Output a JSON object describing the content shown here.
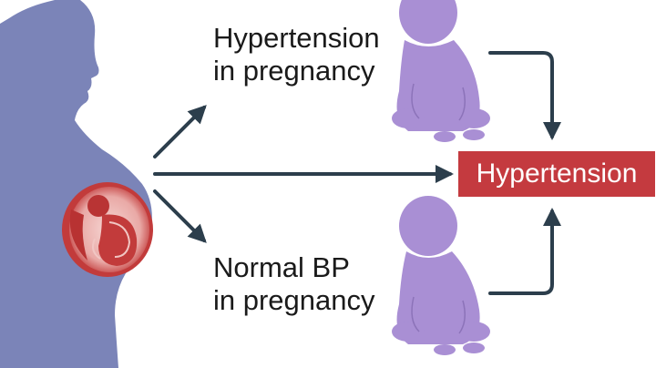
{
  "diagram": {
    "top_label": {
      "line1": "Hypertension",
      "line2": "in pregnancy"
    },
    "bottom_label": {
      "line1": "Normal BP",
      "line2": "in pregnancy"
    },
    "outcome_box": "Hypertension"
  },
  "colors": {
    "mother": "#7b84b8",
    "baby": "#a98fd4",
    "fetus": "#c23b3b",
    "arrow": "#2c3e4c",
    "outcome_box": "#c43a3f"
  },
  "icons": [
    "pregnant-woman-silhouette",
    "fetus-in-womb",
    "sitting-baby",
    "arrow"
  ]
}
